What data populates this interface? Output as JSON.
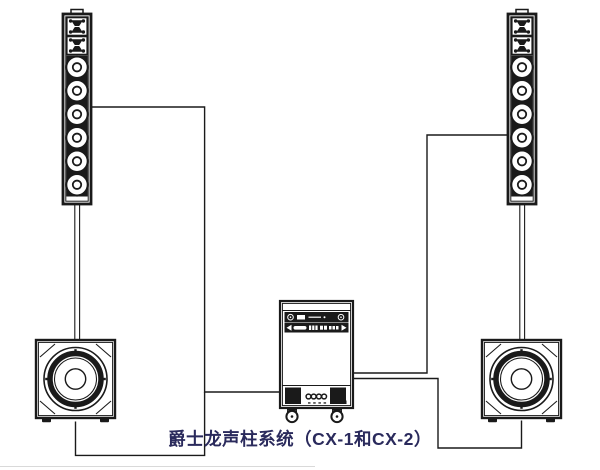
{
  "caption": {
    "text": "爵士龙声柱系统（CX-1和CX-2）"
  },
  "colors": {
    "line": "#1a1a1a",
    "caption_text": "#2a2a5c",
    "background": "#ffffff"
  },
  "components": {
    "speaker_column_left": {
      "name": "CX column speaker (left)",
      "tweeter_modules": 2,
      "woofers": 6
    },
    "speaker_column_right": {
      "name": "CX column speaker (right)",
      "tweeter_modules": 2,
      "woofers": 6
    },
    "subwoofer_left": {
      "name": "subwoofer (left)",
      "drivers": 1
    },
    "subwoofer_right": {
      "name": "subwoofer (right)",
      "drivers": 1
    },
    "amp_rack": {
      "name": "amplifier rack on casters",
      "rack_units": 2,
      "port_holes": 4,
      "visible_casters": 2
    },
    "poles": 2,
    "cables": 4
  }
}
